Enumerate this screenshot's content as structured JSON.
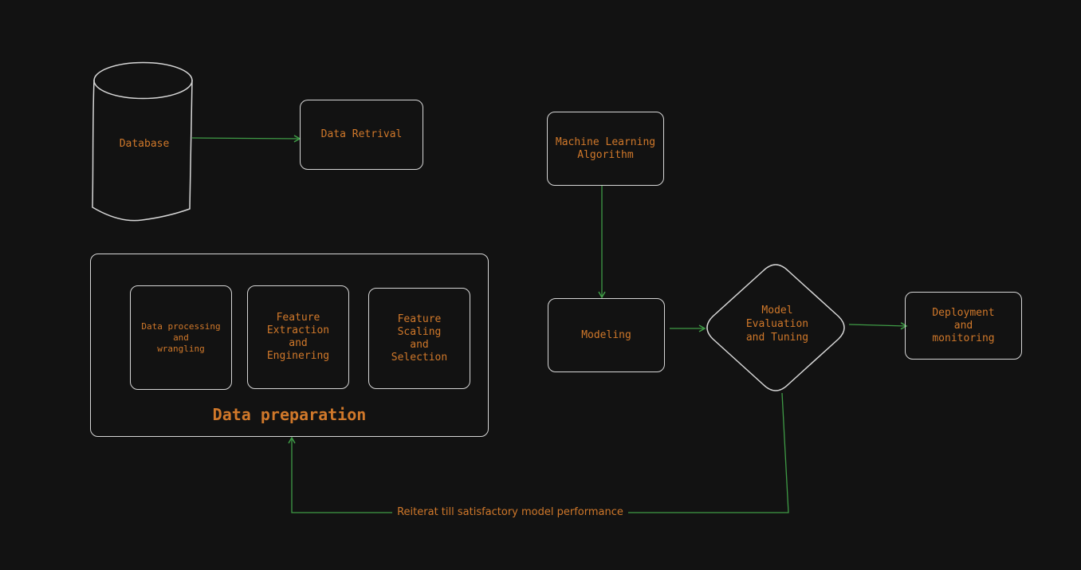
{
  "nodes": {
    "database": "Database",
    "data_retrieval": "Data Retrival",
    "data_preparation": "Data preparation",
    "data_processing": "Data processing\nand\nwrangling",
    "feature_extraction": "Feature\nExtraction\nand\nEnginering",
    "feature_scaling": "Feature\nScaling\nand\nSelection",
    "ml_algorithm": "Machine Learning\nAlgorithm",
    "modeling": "Modeling",
    "model_evaluation": "Model\nEvaluation\nand Tuning",
    "deployment": "Deployment\nand\nmonitoring"
  },
  "edges": {
    "loop_label": "Reiterat till satisfactory model performance"
  },
  "colors": {
    "background": "#121212",
    "stroke": "#d6d6d6",
    "text": "#d0782a",
    "arrow": "#3f9b46"
  }
}
